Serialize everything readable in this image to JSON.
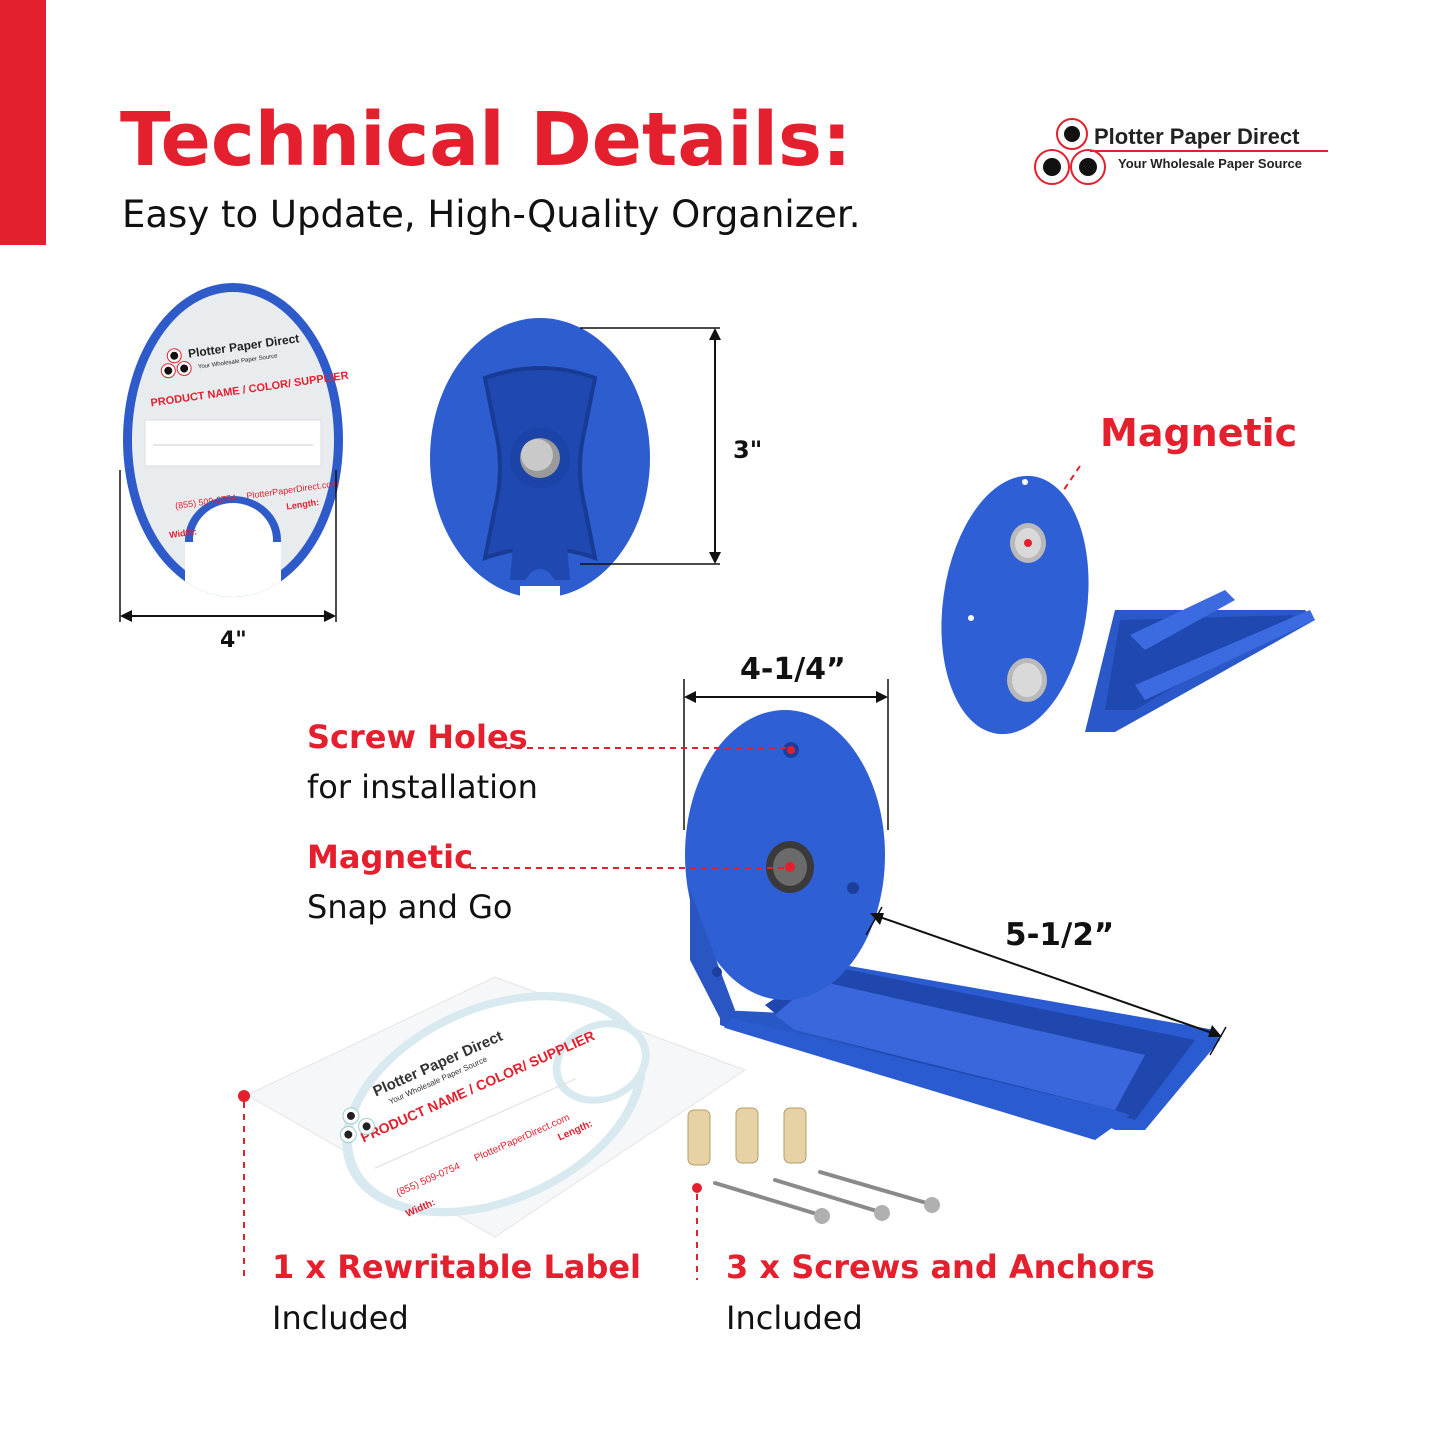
{
  "header": {
    "title": "Technical Details:",
    "subtitle": "Easy to Update, High-Quality Organizer.",
    "accent_color": "#e4202e"
  },
  "brand": {
    "name": "Plotter Paper Direct",
    "tagline": "Your Wholesale Paper Source",
    "logo_icon": "three-rolls-logo-icon"
  },
  "dimensions": {
    "label_width": "4\"",
    "holder_height": "3\"",
    "holder_width": "4-1/4”",
    "rail_length": "5-1/2”"
  },
  "label_card": {
    "brand_name": "Plotter Paper Direct",
    "brand_tagline": "Your Wholesale Paper Source",
    "field_heading": "PRODUCT NAME / COLOR/ SUPPLIER",
    "phone": "(855) 509-0754",
    "website": "PlotterPaperDirect.com",
    "width_label": "Width:",
    "length_label": "Length:"
  },
  "callouts": {
    "magnetic_top": "Magnetic",
    "screw_holes": "Screw Holes",
    "screw_holes_sub": "for installation",
    "magnetic": "Magnetic",
    "magnetic_sub": "Snap and Go",
    "label_included": "1 x Rewritable Label",
    "label_included_sub": "Included",
    "screws_included": "3 x Screws and Anchors",
    "screws_included_sub": "Included"
  },
  "colors": {
    "product_blue": "#2b5bd1",
    "magnet_gray": "#c8c8c8"
  }
}
